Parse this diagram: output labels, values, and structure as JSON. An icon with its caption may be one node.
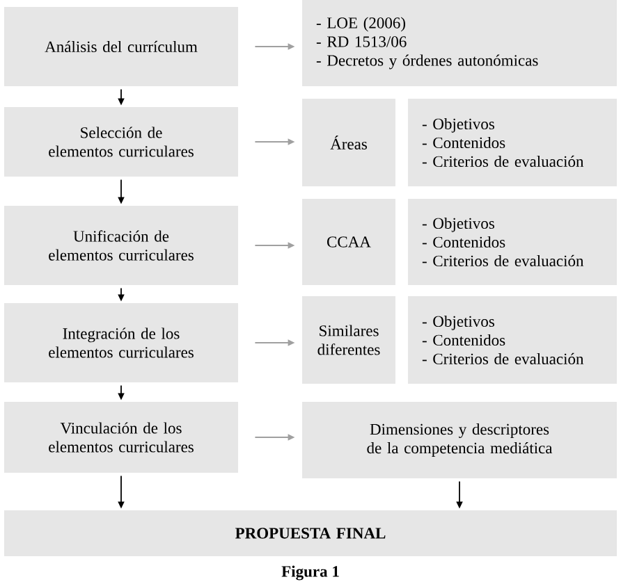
{
  "diagram": {
    "caption": "Figura 1",
    "nodes": [
      {
        "text": [
          "Análisis del currículum"
        ]
      },
      {
        "text": [
          "- LOE (2006)",
          "- RD 1513/06",
          "- Decretos y órdenes autonómicas"
        ]
      },
      {
        "text": [
          "Selección de elementos curriculares"
        ]
      },
      {
        "text": [
          "Áreas"
        ]
      },
      {
        "text": [
          "- Objetivos",
          "- Contenidos",
          "- Criterios de evaluación"
        ]
      },
      {
        "text": [
          "Unificación de elementos curriculares"
        ]
      },
      {
        "text": [
          "CCAA"
        ]
      },
      {
        "text": [
          "- Objetivos",
          "- Contenidos",
          "- Criterios de evaluación"
        ]
      },
      {
        "text": [
          "Integración de los elementos curriculares"
        ]
      },
      {
        "text": [
          "Similares diferentes"
        ]
      },
      {
        "text": [
          "- Objetivos",
          "- Contenidos",
          "- Criterios de evaluación"
        ]
      },
      {
        "text": [
          "Vinculación de los elementos curriculares"
        ]
      },
      {
        "text": [
          "Dimensiones y descriptores de la competencia mediática"
        ]
      },
      {
        "text": [
          "PROPUESTA FINAL"
        ]
      }
    ],
    "edges": [
      {
        "from": 0,
        "to": 1,
        "arrow": "to",
        "color": "#a0a0a0"
      },
      {
        "from": 0,
        "to": 2,
        "arrow": "to",
        "color": "#000000"
      },
      {
        "from": 2,
        "to": 3,
        "arrow": "to",
        "color": "#a0a0a0"
      },
      {
        "from": 2,
        "to": 5,
        "arrow": "to",
        "color": "#000000"
      },
      {
        "from": 5,
        "to": 6,
        "arrow": "to",
        "color": "#a0a0a0"
      },
      {
        "from": 5,
        "to": 8,
        "arrow": "to",
        "color": "#000000"
      },
      {
        "from": 8,
        "to": 9,
        "arrow": "to",
        "color": "#a0a0a0"
      },
      {
        "from": 8,
        "to": 11,
        "arrow": "to",
        "color": "#000000"
      },
      {
        "from": 11,
        "to": 12,
        "arrow": "to",
        "color": "#a0a0a0"
      },
      {
        "from": 11,
        "to": 13,
        "arrow": "to",
        "color": "#000000"
      },
      {
        "from": 12,
        "to": 13,
        "arrow": "to",
        "color": "#000000"
      }
    ]
  }
}
